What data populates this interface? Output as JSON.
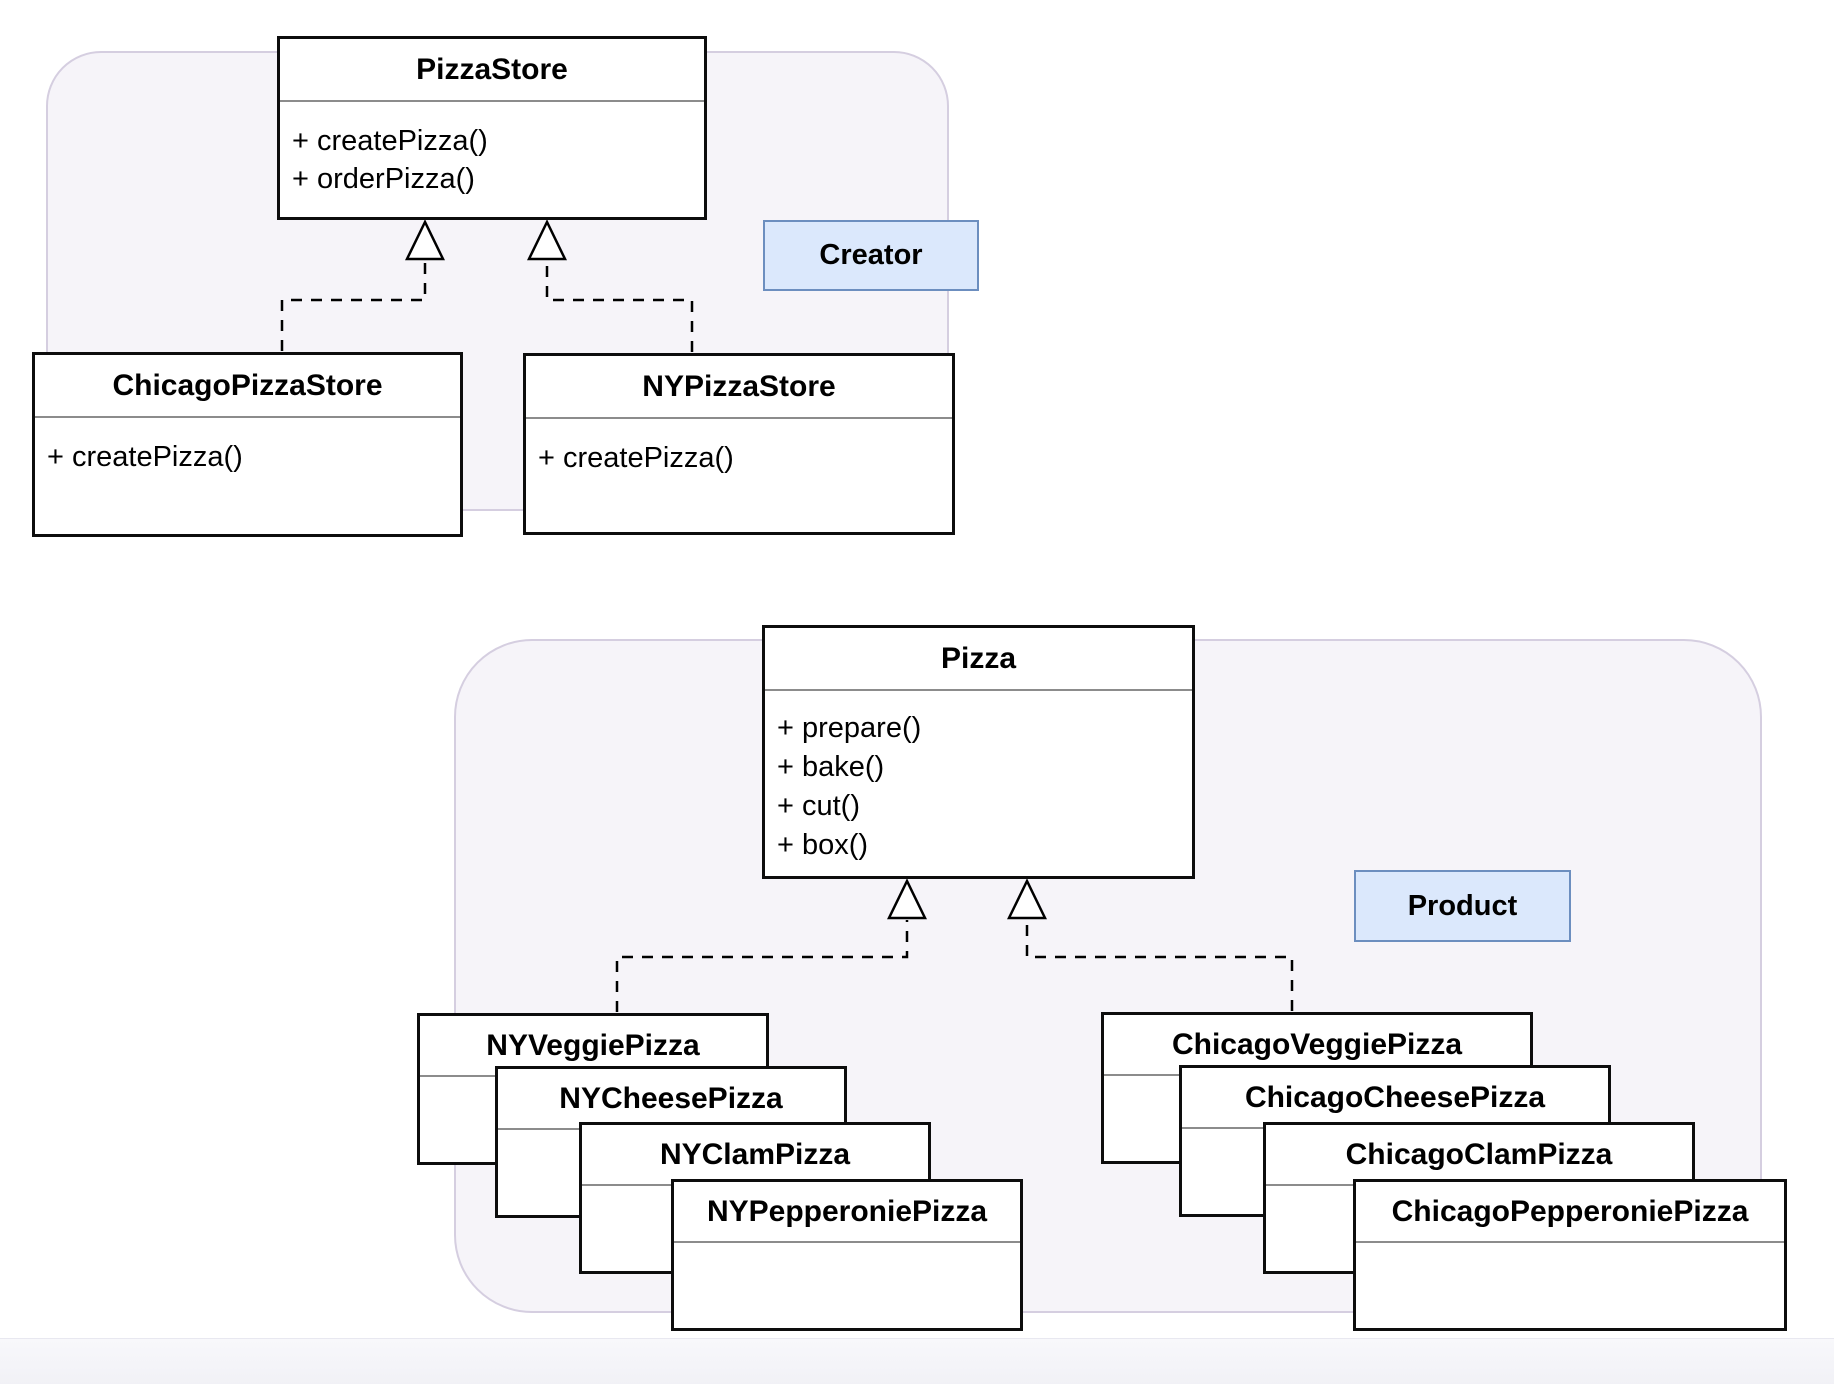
{
  "d": {
    "regions": {
      "creator": {
        "label": "Creator"
      },
      "product": {
        "label": "Product"
      }
    },
    "classes": {
      "pizza_store": {
        "title": "PizzaStore",
        "methods": [
          "+ createPizza()",
          "+ orderPizza()"
        ]
      },
      "chicago_pizza_store": {
        "title": "ChicagoPizzaStore",
        "methods": [
          "+ createPizza()"
        ]
      },
      "ny_pizza_store": {
        "title": "NYPizzaStore",
        "methods": [
          "+ createPizza()"
        ]
      },
      "pizza": {
        "title": "Pizza",
        "methods": [
          "+ prepare()",
          "+ bake()",
          "+ cut()",
          "+ box()"
        ]
      },
      "ny_products": [
        "NYVeggiePizza",
        "NYCheesePizza",
        "NYClamPizza",
        "NYPepperoniePizza"
      ],
      "chicago_products": [
        "ChicagoVeggiePizza",
        "ChicagoCheesePizza",
        "ChicagoClamPizza",
        "ChicagoPepperoniePizza"
      ]
    },
    "colors": {
      "region_fill": "#f6f4f9",
      "region_border": "#d5cee0",
      "label_fill": "#dbe8fc",
      "label_border": "#6c8ebf",
      "box_border": "#0d0d0d",
      "divider": "#8c8c8c",
      "connector": "#000000"
    }
  }
}
